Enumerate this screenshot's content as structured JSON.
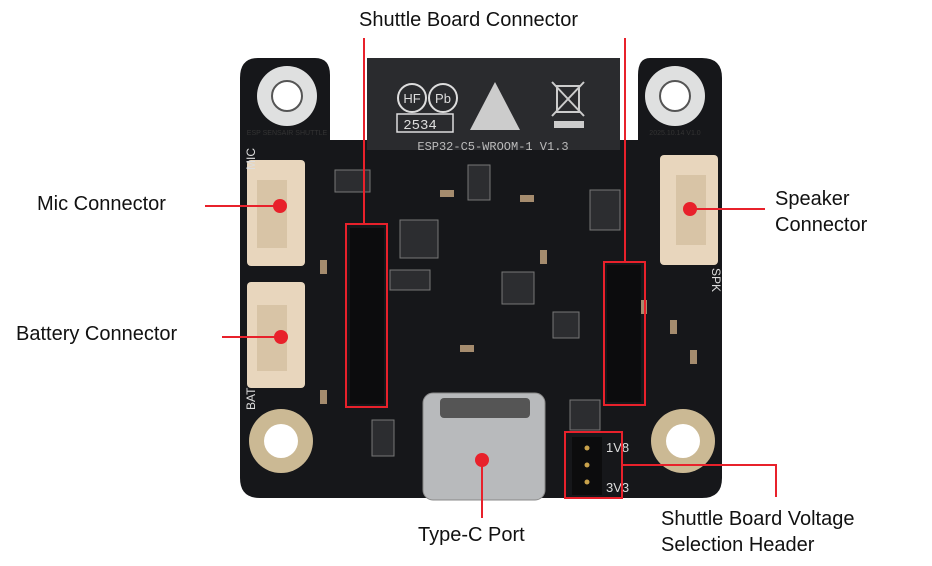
{
  "labels": {
    "shuttle_connector": "Shuttle Board Connector",
    "mic": "Mic Connector",
    "battery": "Battery Connector",
    "speaker_line1": "Speaker",
    "speaker_line2": "Connector",
    "typec": "Type-C Port",
    "voltage_line1": "Shuttle Board Voltage",
    "voltage_line2": "Selection Header"
  },
  "board": {
    "module_text": "ESP32-C5-WROOM-1  V1.3",
    "lot": "2534",
    "mark_hf": "HF",
    "mark_pb": "Pb",
    "silk_top_left": "ESP SENSAIR SHUTTLE",
    "silk_top_right": "2025.10.14 V1.0",
    "silk_mic": "MIC",
    "silk_bat": "BAT",
    "silk_spk": "SPK",
    "silk_1v8": "1V8",
    "silk_3v3": "3V3"
  },
  "colors": {
    "annotation": "#e8212b",
    "board": "#16171a",
    "connector": "#e8d6bd"
  }
}
